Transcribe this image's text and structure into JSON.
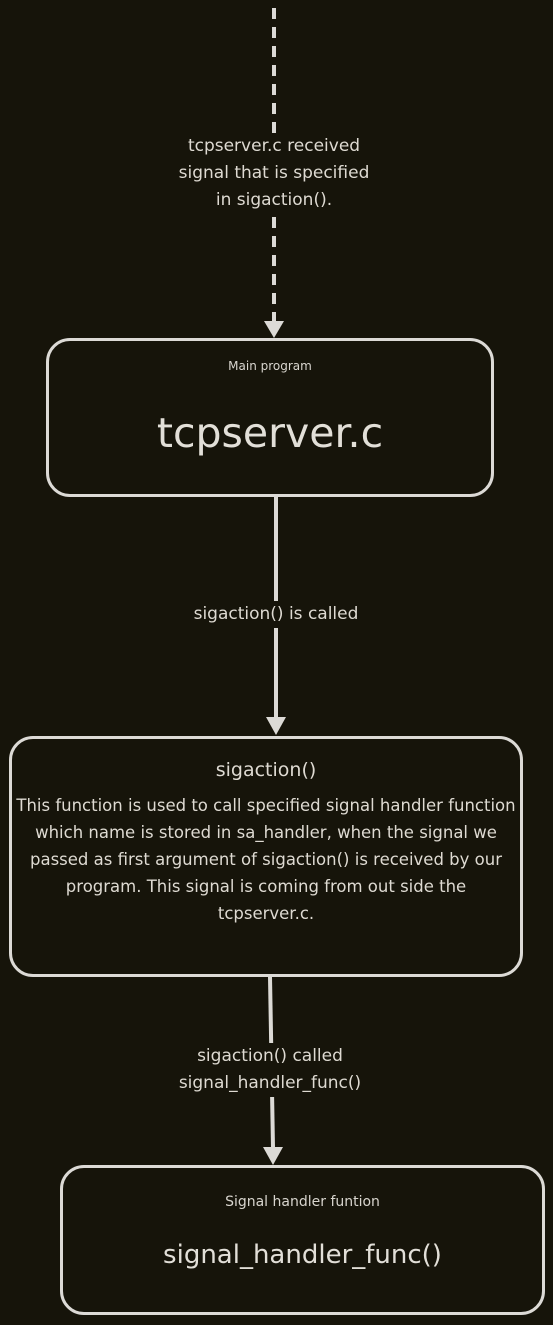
{
  "edges": [
    {
      "id": "external-signal",
      "label": [
        "tcpserver.c received",
        "signal that is specified",
        "in sigaction()."
      ],
      "style": "dashed"
    },
    {
      "id": "call-sigaction",
      "label": [
        "sigaction() is called"
      ],
      "style": "solid"
    },
    {
      "id": "call-handler",
      "label": [
        "sigaction() called",
        "signal_handler_func()"
      ],
      "style": "solid"
    }
  ],
  "nodes": {
    "main": {
      "caption": "Main program",
      "title": "tcpserver.c"
    },
    "sigaction": {
      "title": "sigaction()",
      "description": "This function is used to call specified signal handler function which name is stored in sa_handler, when the signal we passed as first argument of sigaction() is received by our program. This signal is coming from out side the tcpserver.c."
    },
    "handler": {
      "caption": "Signal handler funtion",
      "title": "signal_handler_func()"
    }
  },
  "colors": {
    "background": "#16140a",
    "stroke": "#dcdad6",
    "text": "#dedad2"
  }
}
